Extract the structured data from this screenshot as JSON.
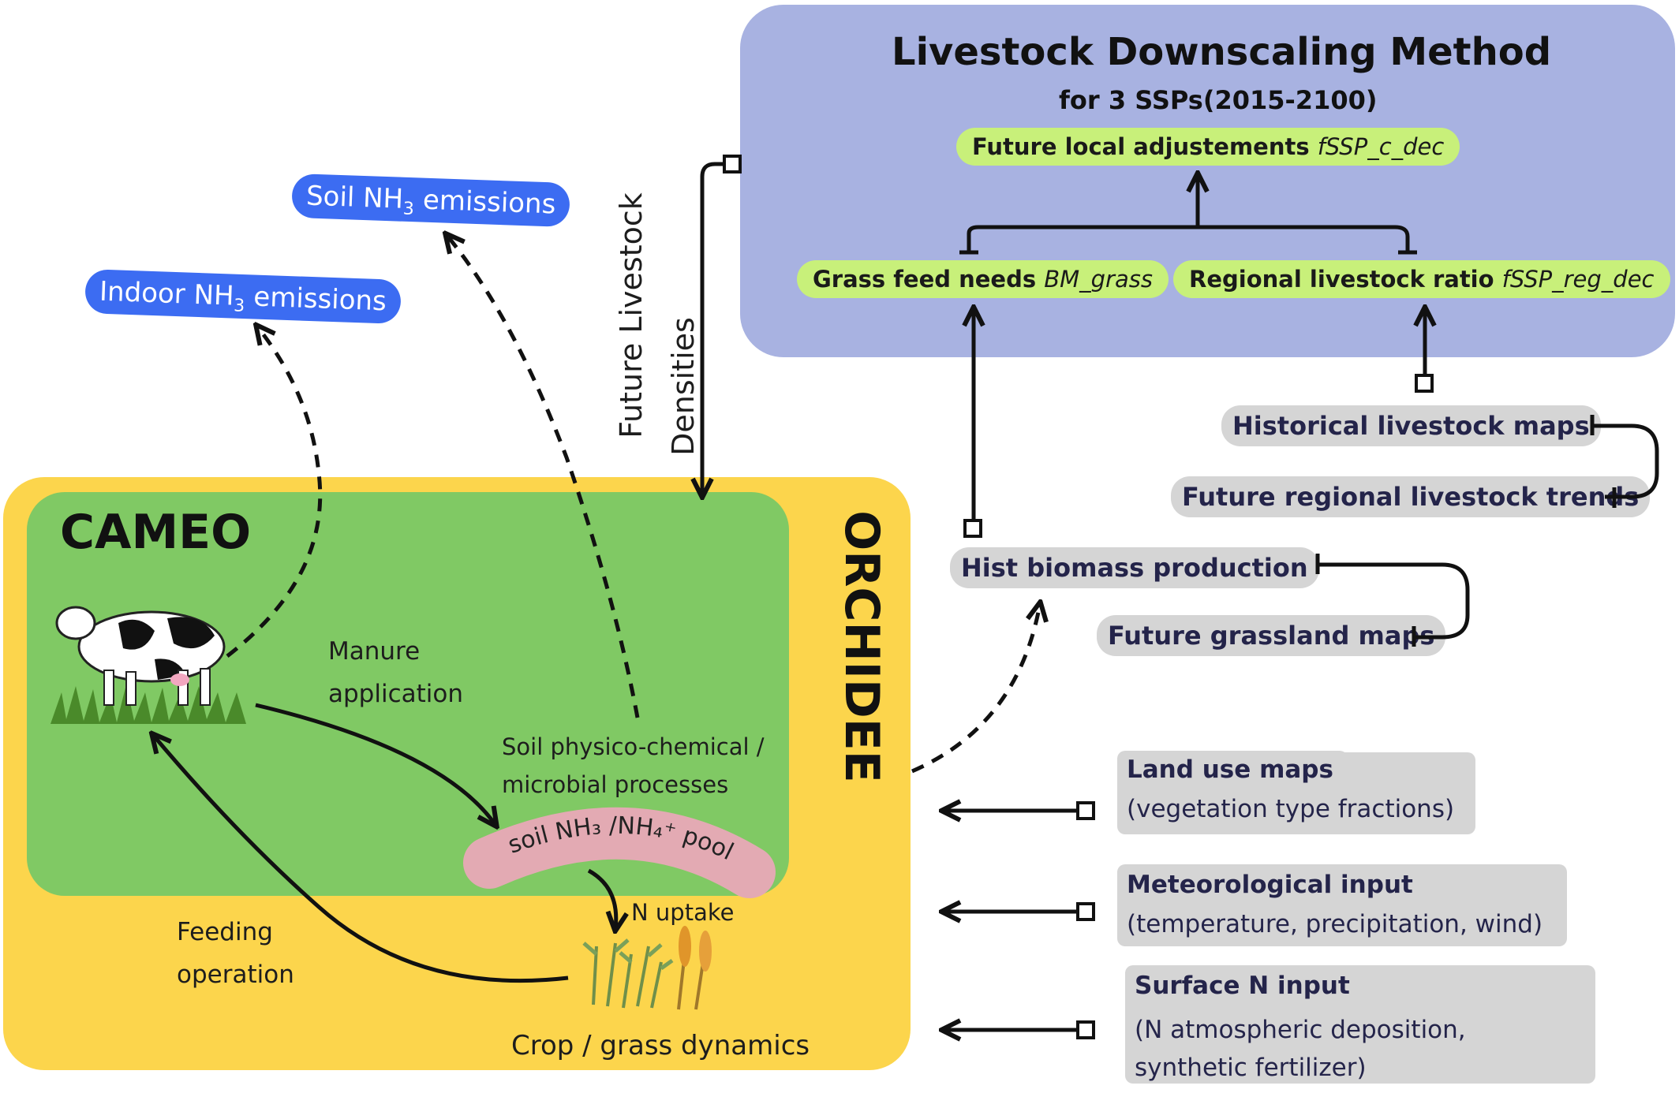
{
  "ldm": {
    "title": "Livestock Downscaling Method",
    "subtitle": "for 3 SSPs(2015-2100)",
    "future_local_label": "Future local adjustements",
    "future_local_var": "fSSP_c_dec",
    "grass_feed_label": "Grass feed  needs",
    "grass_feed_var": "BM_grass",
    "regional_ratio_label": "Regional livestock ratio",
    "regional_ratio_var": "fSSP_reg_dec"
  },
  "emissions": {
    "soil_prefix": "Soil NH",
    "soil_sub": "3",
    "soil_suffix": " emissions",
    "indoor_prefix": "Indoor NH",
    "indoor_sub": "3",
    "indoor_suffix": " emissions"
  },
  "vertical_label": {
    "line1": "Future Livestock",
    "line2": "Densities"
  },
  "models": {
    "cameo": "CAMEO",
    "orchidee": "ORCHIDEE"
  },
  "processes": {
    "manure_line1": "Manure",
    "manure_line2": "application",
    "soil_proc_line1": "Soil physico-chemical /",
    "soil_proc_line2": "microbial processes",
    "pool_text": "soil NH₃ /NH₄⁺ pool",
    "n_uptake": "N uptake",
    "feeding_line1": "Feeding",
    "feeding_line2": "operation",
    "crop_grass": "Crop / grass dynamics"
  },
  "inputs_gray": {
    "hist_livestock": "Historical livestock maps",
    "future_regional": "Future regional  livestock trends",
    "hist_biomass": "Hist biomass production",
    "future_grassland": "Future grassland maps"
  },
  "forcings": [
    {
      "title": "Land use maps",
      "desc": "(vegetation type fractions)"
    },
    {
      "title": "Meteorological input",
      "desc": "(temperature, precipitation, wind)"
    },
    {
      "title": "Surface N input",
      "desc": "(N atmospheric deposition, synthetic fertilizer)"
    }
  ],
  "colors": {
    "ldm_panel": "#a8b2e1",
    "green_pill": "#c8f07a",
    "emission_blue": "#3c6cf2",
    "orchidee_yellow": "#fcd54c",
    "cameo_green": "#80c964",
    "pool_pink": "#e3aab3",
    "gray_input": "#d5d5d5"
  }
}
